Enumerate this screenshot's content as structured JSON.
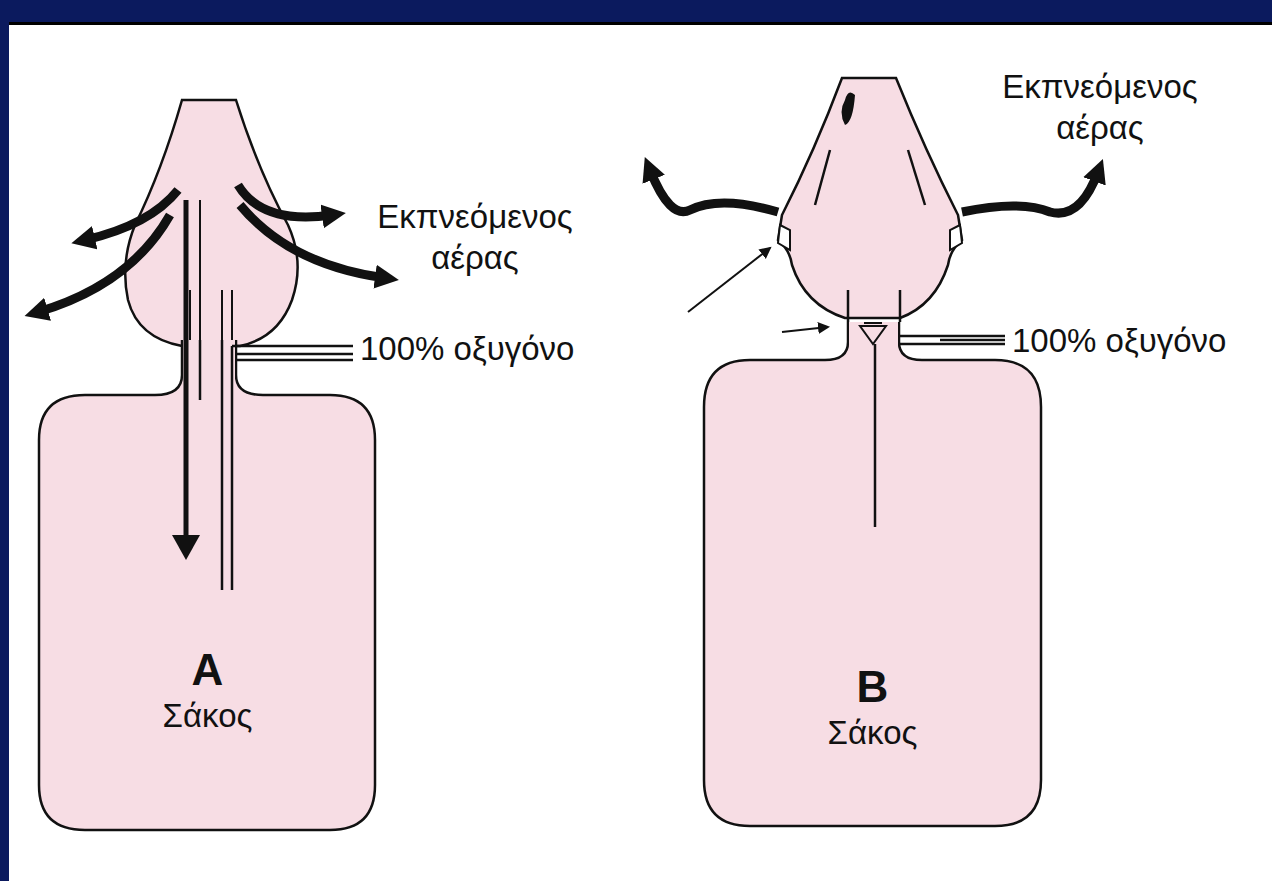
{
  "diagram": {
    "nodes": [
      {
        "text": [
          "A",
          "Σάκος"
        ]
      },
      {
        "text": [
          "B",
          "Σάκος"
        ]
      }
    ],
    "labels": [
      "Εκπνεόμενος αέρας",
      "100% οξυγόνο",
      "Εκπνεόμενος αέρας",
      "100% οξυγόνο"
    ]
  }
}
